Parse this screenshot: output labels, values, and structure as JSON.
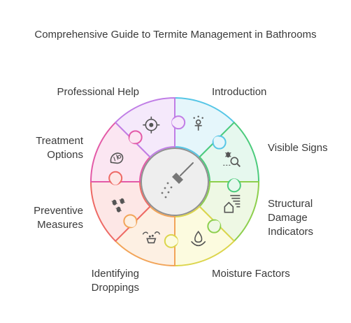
{
  "title": "Comprehensive Guide to Termite Management in Bathrooms",
  "center_icon": "shower-head-icon",
  "segments": [
    {
      "label": "Introduction",
      "icon": "shower-bug-icon",
      "fill": "#e5f6fb",
      "stroke": "#56c6e6"
    },
    {
      "label": "Visible Signs",
      "icon": "magnify-bug-icon",
      "fill": "#e6f8ee",
      "stroke": "#4ccb7c"
    },
    {
      "label": "Structural\nDamage\nIndicators",
      "icon": "house-damage-icon",
      "fill": "#eef8e4",
      "stroke": "#8dcf4d"
    },
    {
      "label": "Moisture Factors",
      "icon": "water-drop-icon",
      "fill": "#fcfbdf",
      "stroke": "#dcd54c"
    },
    {
      "label": "Identifying\nDroppings",
      "icon": "droppings-bowl-icon",
      "fill": "#fdf0e3",
      "stroke": "#f2a458"
    },
    {
      "label": "Preventive\nMeasures",
      "icon": "pest-bugs-icon",
      "fill": "#fde7e6",
      "stroke": "#ee6a65"
    },
    {
      "label": "Treatment\nOptions",
      "icon": "larva-icon",
      "fill": "#fbe6f2",
      "stroke": "#e35aa7"
    },
    {
      "label": "Professional Help",
      "icon": "target-bug-icon",
      "fill": "#f5e9fb",
      "stroke": "#c07ee6"
    }
  ],
  "colors": {
    "text": "#3a3a3a",
    "icon": "#555555",
    "center_fill": "#eeeeee",
    "center_stroke": "#909090"
  }
}
